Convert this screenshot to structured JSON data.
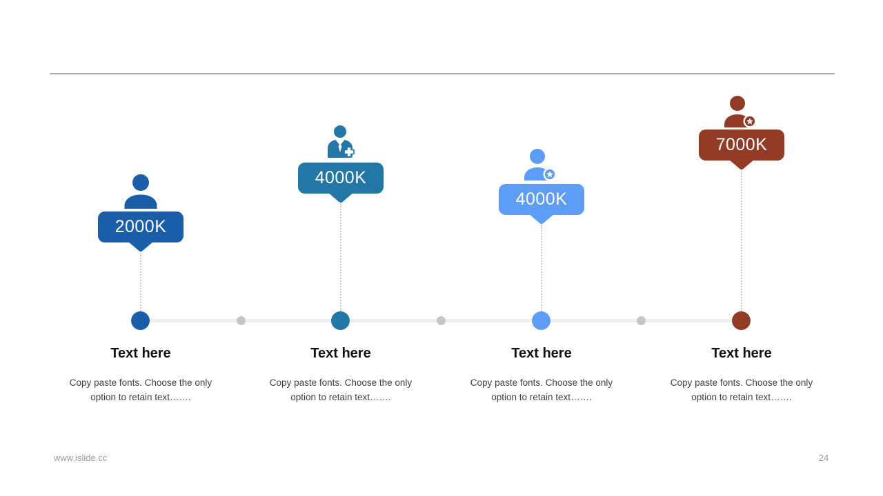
{
  "divider_color": "#ABABAB",
  "timeline": {
    "line_color": "#EFEFEF",
    "connector_dot_color": "#C6C6C6",
    "dashed_line_color": "#CCCCCC"
  },
  "milestones": [
    {
      "value": "2000K",
      "icon": "person-icon",
      "color": "#1A5DA9",
      "title": "Text here",
      "description": "Copy paste fonts. Choose the only option to retain text……."
    },
    {
      "value": "4000K",
      "icon": "doctor-plus-icon",
      "color": "#2277A6",
      "title": "Text here",
      "description": "Copy paste fonts. Choose the only option to retain text……."
    },
    {
      "value": "4000K",
      "icon": "person-star-icon",
      "color": "#5E9DF5",
      "title": "Text here",
      "description": "Copy paste fonts. Choose the only option to retain text……."
    },
    {
      "value": "7000K",
      "icon": "person-star-icon",
      "color": "#923B26",
      "title": "Text here",
      "description": "Copy paste fonts. Choose the only option to retain text……."
    }
  ],
  "footer": {
    "website": "www.islide.cc",
    "page_number": "24"
  }
}
